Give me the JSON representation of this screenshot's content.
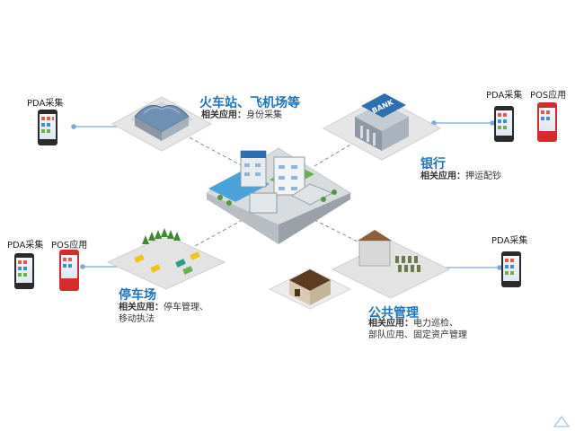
{
  "devices": {
    "pda": "PDA采集",
    "pos": "POS应用"
  },
  "nodes": {
    "station": {
      "title": "火车站、飞机场等",
      "app_label": "相关应用：",
      "app_value": "身份采集"
    },
    "bank": {
      "title": "银行",
      "app_label": "相关应用：",
      "app_value": "押运配钞",
      "sign": "BANK"
    },
    "parking": {
      "title": "停车场",
      "app_label": "相关应用：",
      "app_value": "停车管理、",
      "app_value2": "移动执法"
    },
    "public": {
      "title": "公共管理",
      "app_label": "相关应用：",
      "app_value": "电力巡检、",
      "app_value2": "部队应用、固定资产管理"
    }
  },
  "colors": {
    "title": "#1a74c4",
    "connector": "#7aa9d6",
    "dashed": "#888888",
    "platform": "#e4e4e4",
    "pos_body": "#d62b2b",
    "pda_body": "#2b2b2b"
  }
}
